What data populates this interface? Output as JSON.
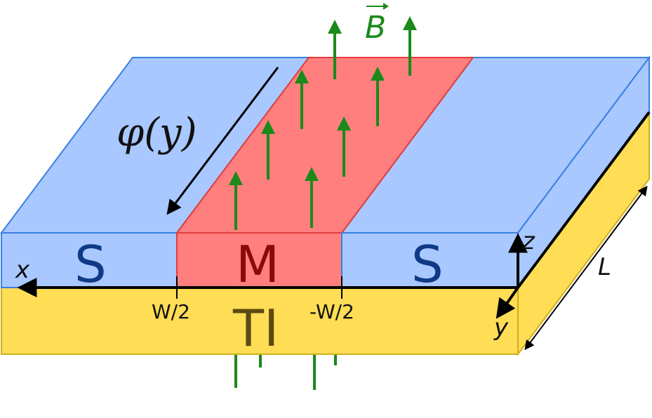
{
  "labels": {
    "superconductor_left": "S",
    "superconductor_right": "S",
    "magnet": "M",
    "topological_insulator": "TI",
    "width_pos": "W/2",
    "width_neg": "-W/2",
    "axis_x": "x",
    "axis_y": "y",
    "axis_z": "z",
    "length": "L",
    "phase": "φ(y)",
    "field": "B"
  },
  "colors": {
    "superconductor_fill": "#a8c8ff",
    "superconductor_edge": "#3a7fe0",
    "magnet_fill": "#ff7f7f",
    "magnet_edge": "#e43b3b",
    "ti_fill": "#ffdd55",
    "ti_edge": "#cfae1a",
    "field_arrows": "#1b8a1b",
    "axes": "#000000"
  }
}
